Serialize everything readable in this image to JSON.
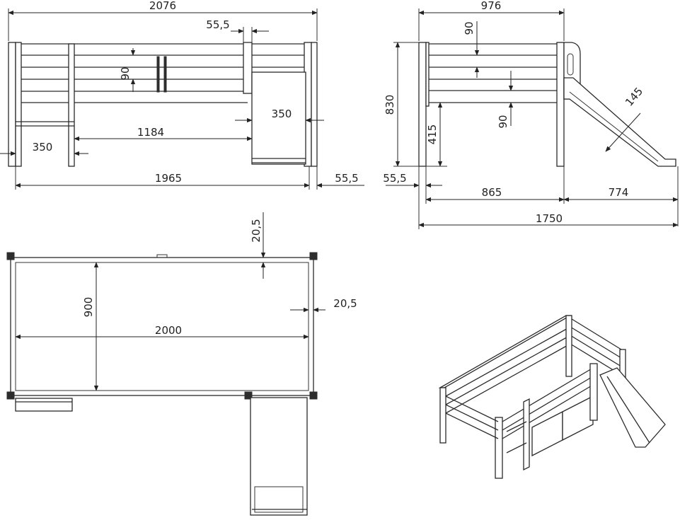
{
  "front_view": {
    "overall_length": "2076",
    "post_offset": "55,5",
    "rail_spacing": "90",
    "slide_width": "350",
    "inner_length": "1184",
    "ladder_width": "350",
    "frame_length": "1965",
    "foot_offset": "55,5"
  },
  "side_view": {
    "overall_width": "976",
    "rail_spacing_top": "90",
    "height": "830",
    "lower_rail_spacing": "90",
    "under_height": "415",
    "slide_step": "145",
    "foot_offset": "55,5",
    "base_depth": "865",
    "slide_projection": "774",
    "total_depth": "1750"
  },
  "top_view": {
    "edge_top": "20,5",
    "edge_side": "20,5",
    "mattress_width": "900",
    "mattress_length": "2000"
  },
  "colors": {
    "line": "#2a2a2a",
    "background": "#ffffff"
  }
}
